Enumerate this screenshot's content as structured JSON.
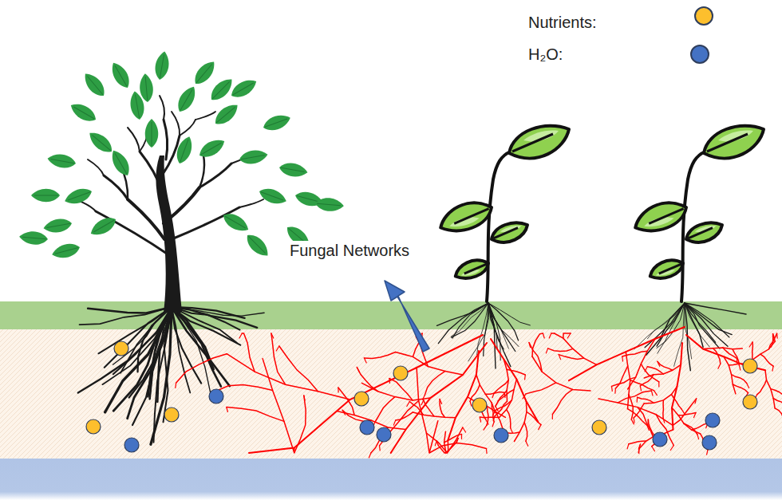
{
  "diagram": {
    "labels": [
      "Fungal Networks"
    ],
    "legend": [
      {
        "text": "Nutrients:",
        "color": "#fdbf2d"
      },
      {
        "text": "H₂O:",
        "color": "#4472c4"
      }
    ]
  }
}
